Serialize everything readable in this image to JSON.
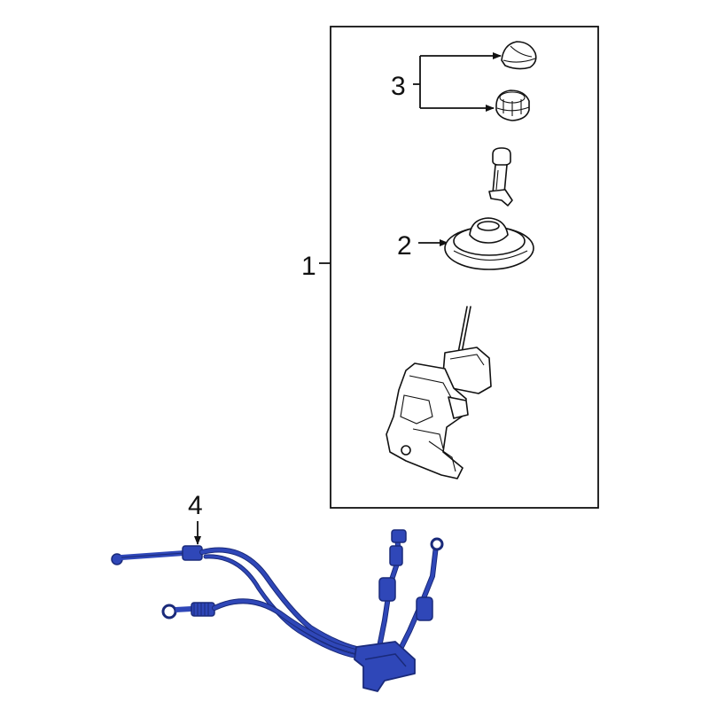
{
  "callouts": {
    "c1": "1",
    "c2": "2",
    "c3": "3",
    "c4": "4"
  },
  "colors": {
    "line": "#111111",
    "highlight_fill": "#2f47b8",
    "highlight_stroke": "#1a2a7a",
    "background": "#ffffff"
  }
}
